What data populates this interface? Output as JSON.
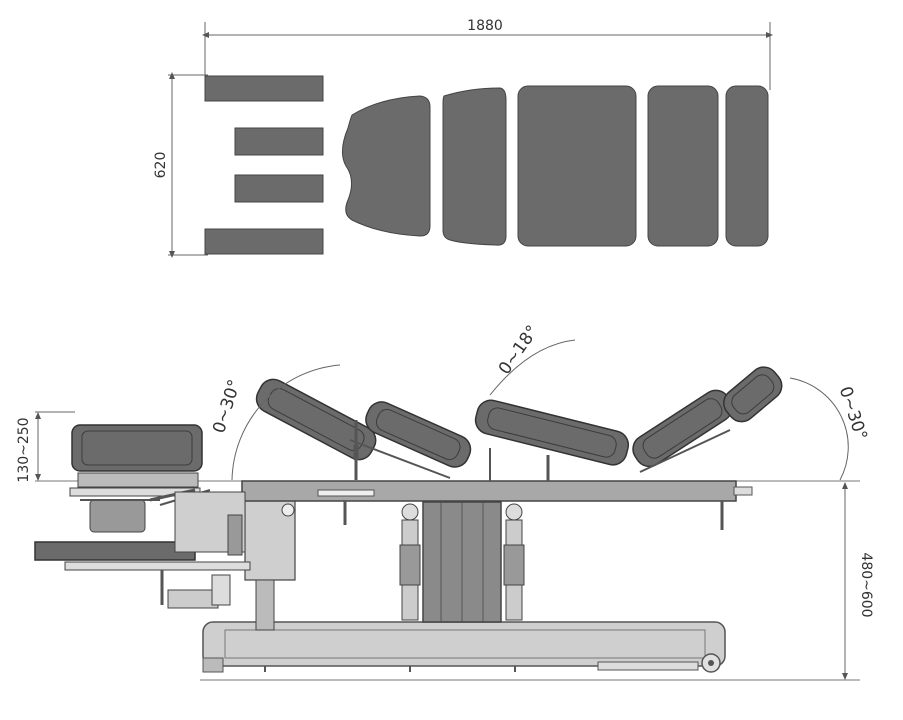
{
  "top_view": {
    "length_label": "1880",
    "width_label": "620"
  },
  "side_view": {
    "head_tilt_label": "0~30°",
    "center_tilt_label": "0~18°",
    "foot_tilt_label": "0~30°",
    "head_height_label": "130~250",
    "table_height_label": "480~600"
  },
  "colors": {
    "cushion": "#6b6b6b",
    "frame": "#9a9a9a",
    "line": "#555555"
  }
}
